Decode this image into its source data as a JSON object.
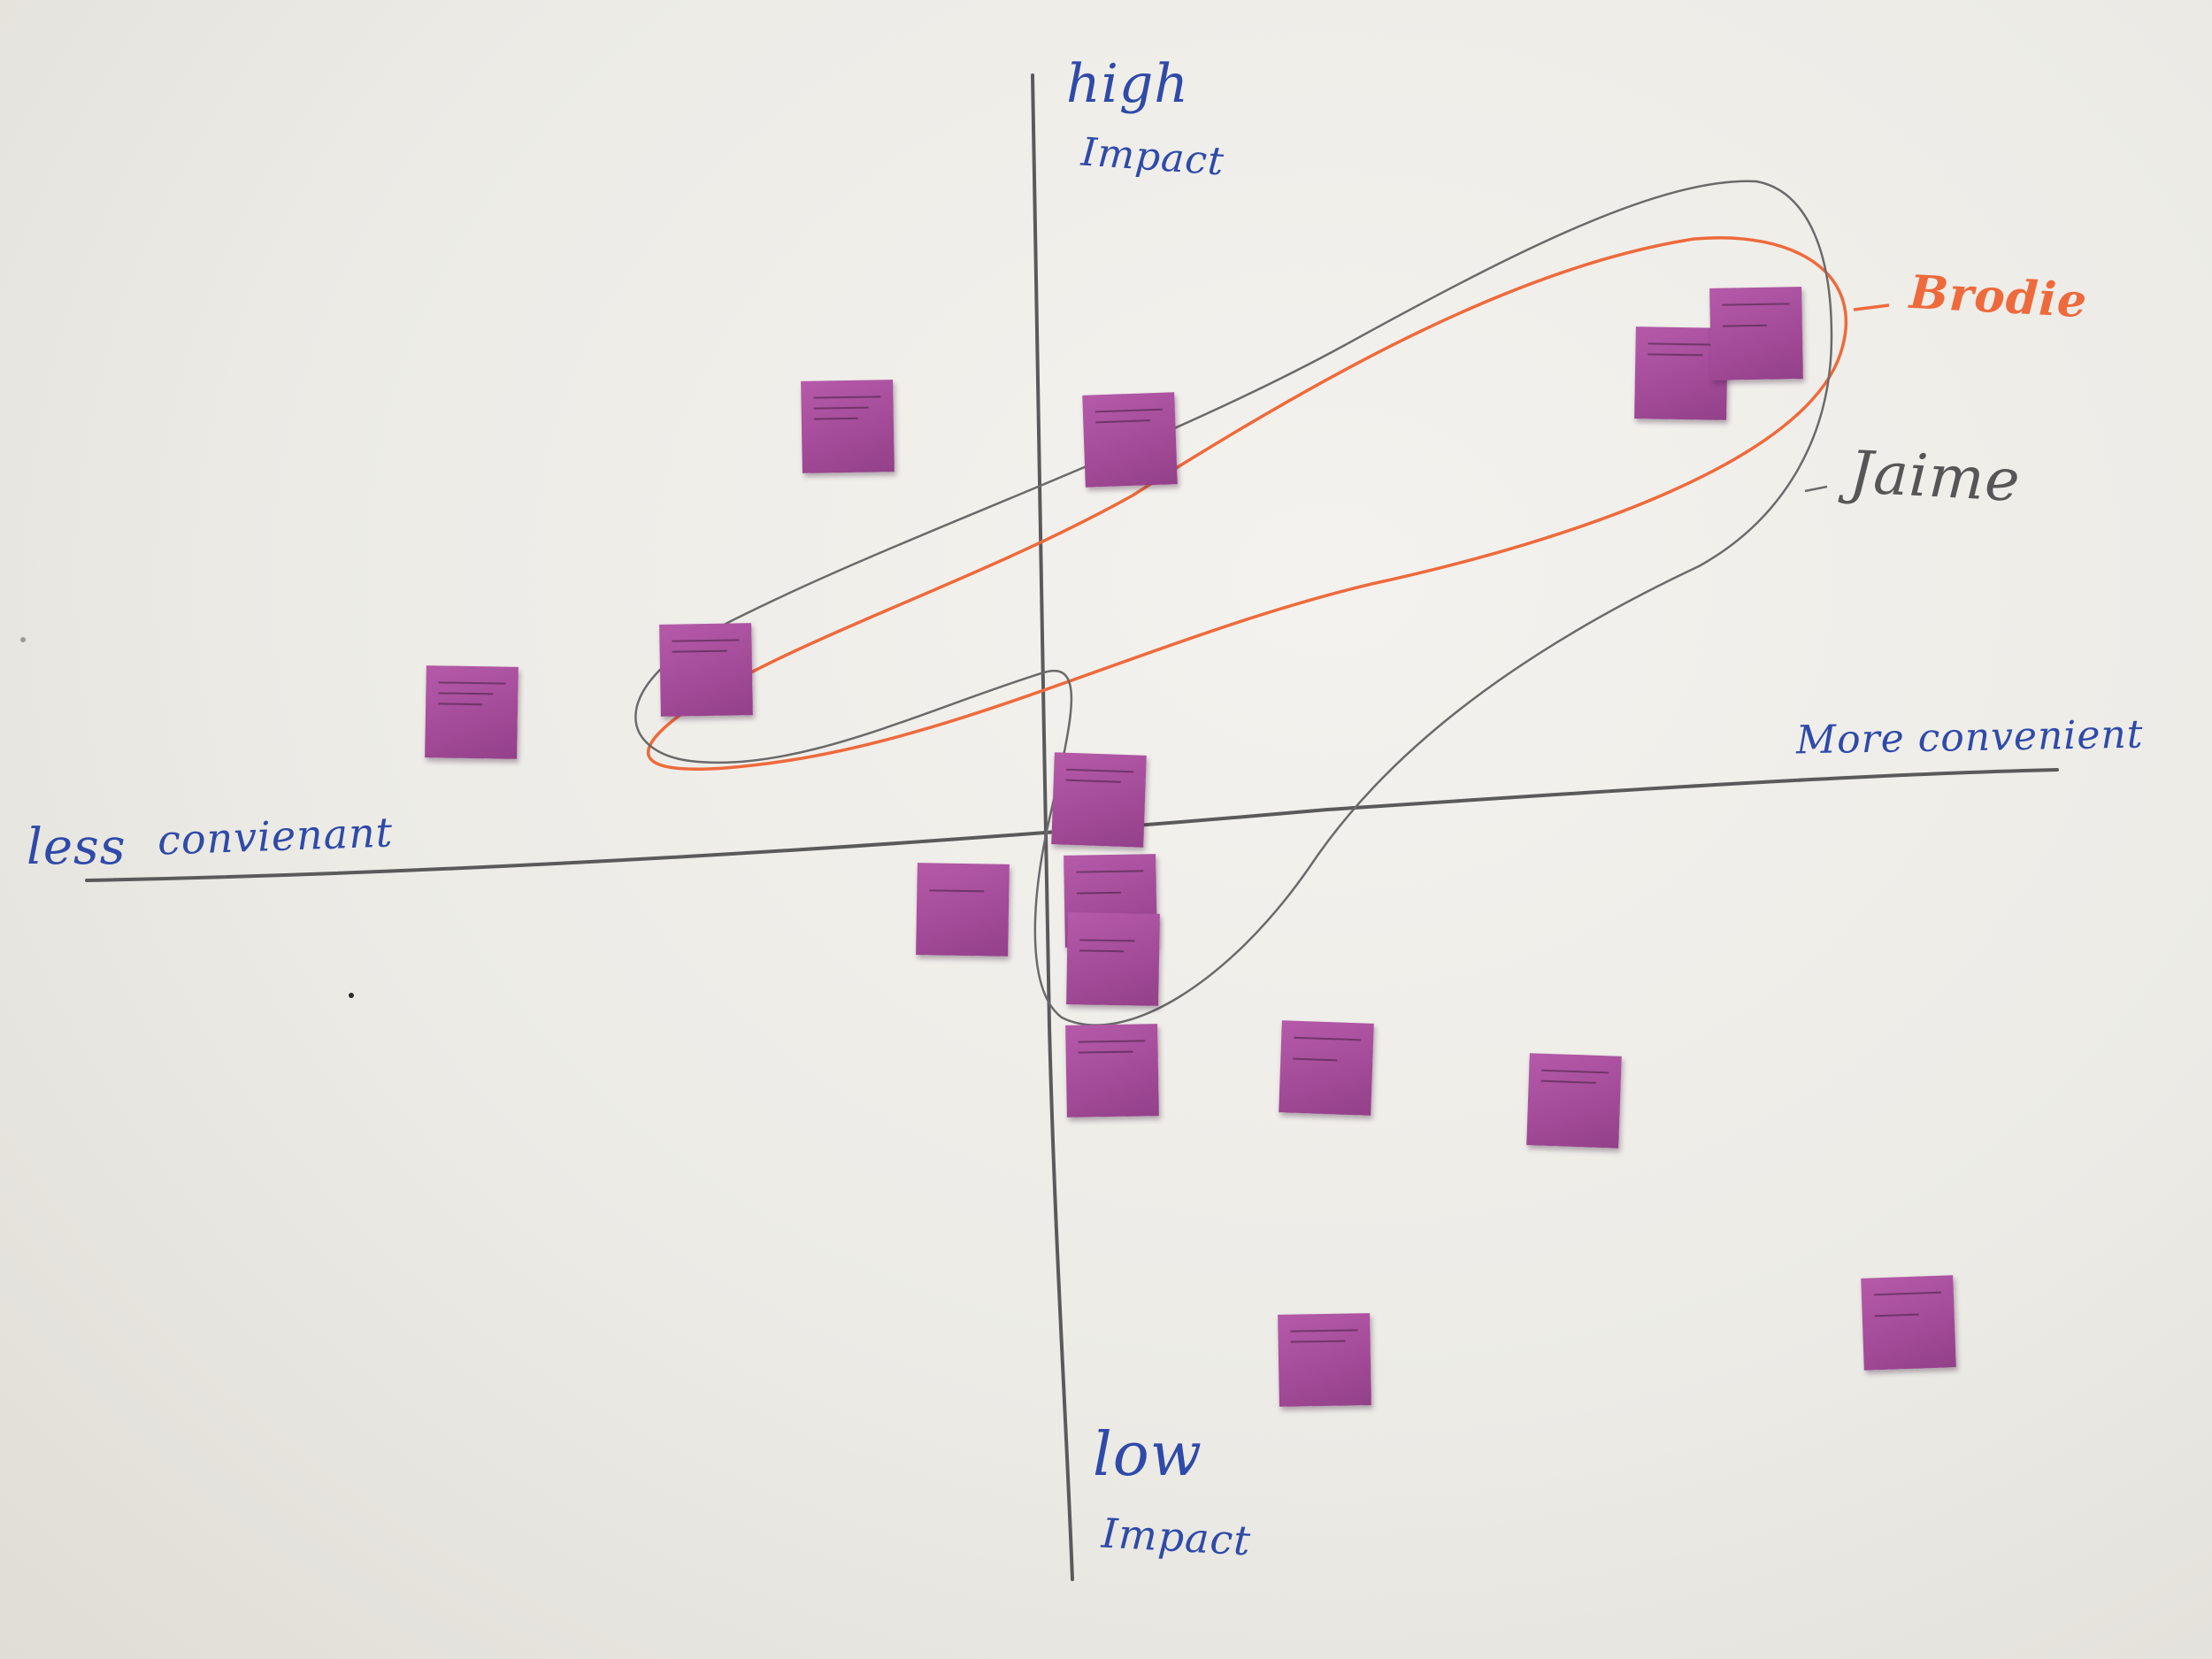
{
  "axes": {
    "top_label_1": "high",
    "top_label_2": "Impact",
    "bottom_label_1": "low",
    "bottom_label_2": "Impact",
    "left_label_1": "less",
    "left_label_2": "convienant",
    "right_label": "More convenient"
  },
  "annotations": {
    "orange_name": "Brodie",
    "gray_name": "Jaime"
  },
  "colors": {
    "marker_blue": "#2f4aa8",
    "marker_orange": "#ee6a3c",
    "pencil_gray": "#565656",
    "sticky_purple": "#a24a97"
  }
}
